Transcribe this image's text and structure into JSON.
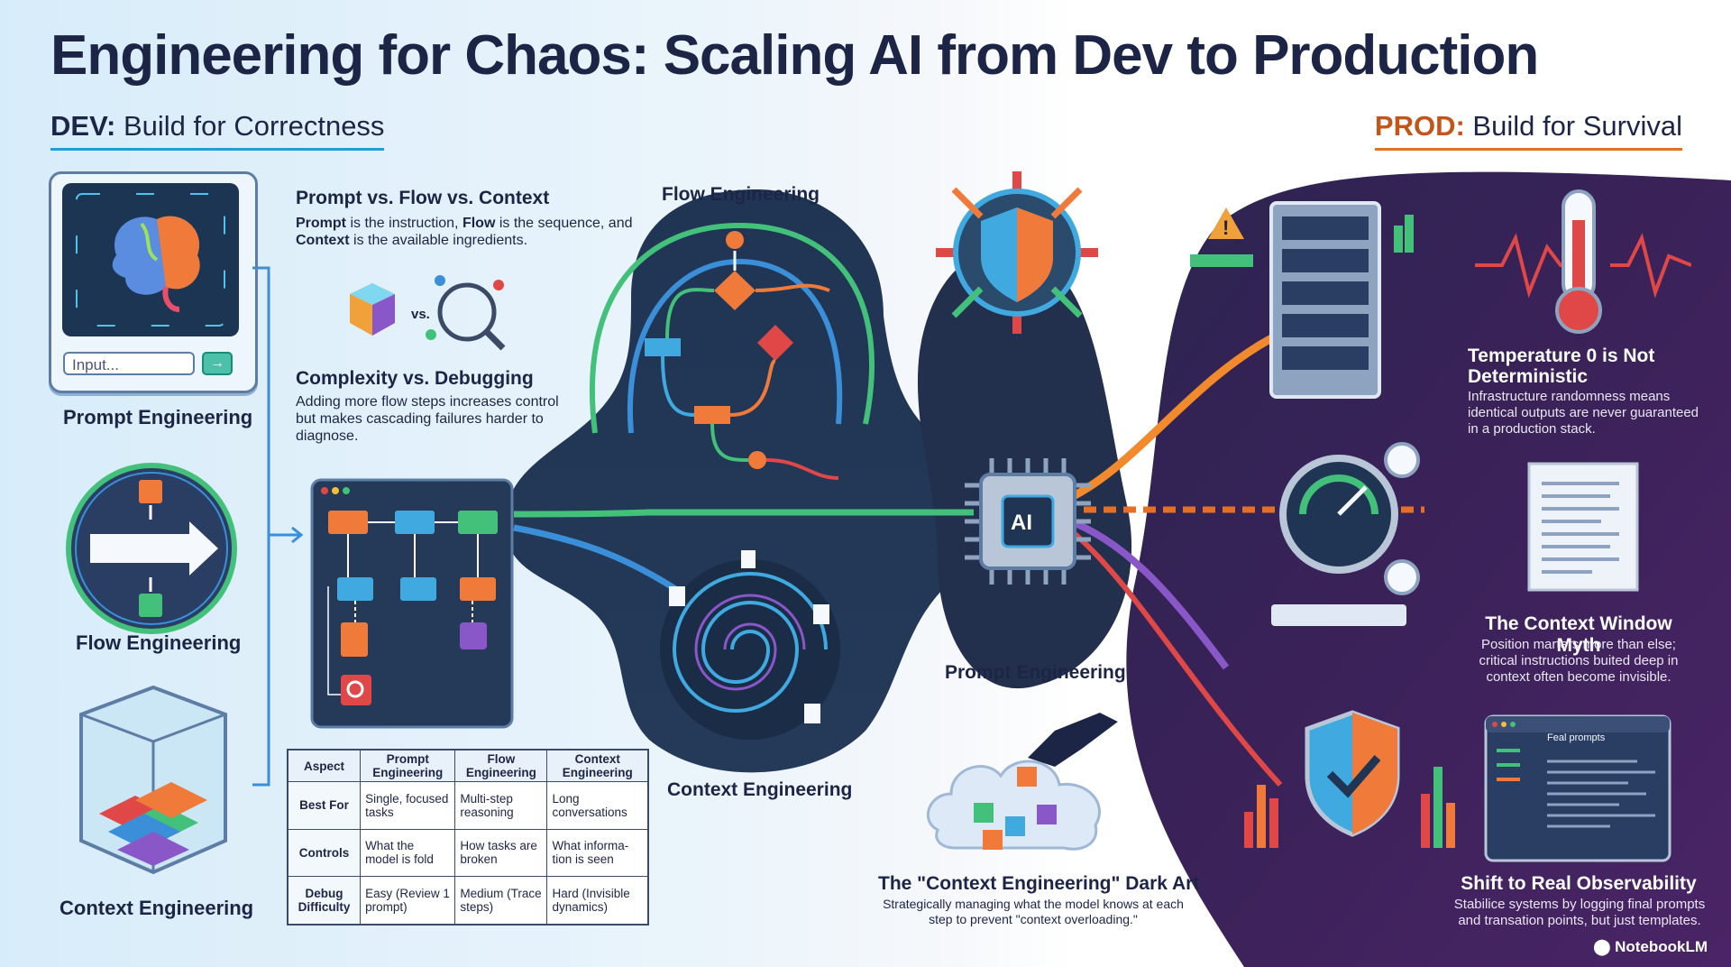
{
  "title": "Engineering for Chaos: Scaling AI from Dev to Production",
  "dev_header": {
    "prefix": "DEV:",
    "text": "Build for Correctness"
  },
  "prod_header": {
    "prefix": "PROD:",
    "text": "Build for Survival"
  },
  "left_cards": {
    "prompt": {
      "label": "Prompt Engineering",
      "input_placeholder": "Input..."
    },
    "flow": {
      "label": "Flow Engineering"
    },
    "context": {
      "label": "Context Engineering"
    }
  },
  "prompt_vs": {
    "title": "Prompt vs. Flow vs. Context",
    "desc_bold_1": "Prompt",
    "desc_1": " is the instruction, ",
    "desc_bold_2": "Flow",
    "desc_2": " is the sequence, and ",
    "desc_bold_3": "Context",
    "desc_3": " is the available ingredients.",
    "vs": "vs."
  },
  "complexity": {
    "title": "Complexity vs. Debugging",
    "desc": "Adding more flow steps increases control but makes cascading failures harder to diagnose."
  },
  "center_labels": {
    "flow": "Flow Engineering",
    "context": "Context Engineering",
    "prompt": "Prompt Engineering",
    "chip": "AI"
  },
  "table": {
    "headers": [
      "Aspect",
      "Prompt Engineering",
      "Flow Engineering",
      "Context Engineering"
    ],
    "rows": [
      [
        "Best For",
        "Single, focused tasks",
        "Multi-step reasoning",
        "Long conversations"
      ],
      [
        "Controls",
        "What the model is fold",
        "How tasks are broken",
        "What informa-tion is seen"
      ],
      [
        "Debug Difficulty",
        "Easy (Review 1 prompt)",
        "Medium (Trace steps)",
        "Hard (Invisible dynamics)"
      ]
    ]
  },
  "dark_art": {
    "title": "The \"Context Engineering\" Dark Art",
    "desc": "Strategically managing what the model knows at each step to prevent \"context overloading.\""
  },
  "prod_items": {
    "temperature": {
      "title": "Temperature 0 is Not Deterministic",
      "desc": "Infrastructure randomness means identical outputs are never guaranteed in a production stack."
    },
    "context_window": {
      "title": "The Context Window Myth",
      "desc": "Position marters more than else; critical instructions buited deep in context often become invisible."
    },
    "observability": {
      "title": "Shift to Real Observability",
      "desc": "Stabilice systems by logging final prompts and transation points, but just templates.",
      "panel_label": "Feal prompts"
    }
  },
  "brand": "NotebookLM",
  "colors": {
    "accent_blue": "#1f9fd8",
    "accent_orange": "#e46f25",
    "accent_green": "#3fb86a",
    "accent_purple": "#8a57c8",
    "navy": "#1d2547",
    "prod_bg": "#3a2057"
  }
}
